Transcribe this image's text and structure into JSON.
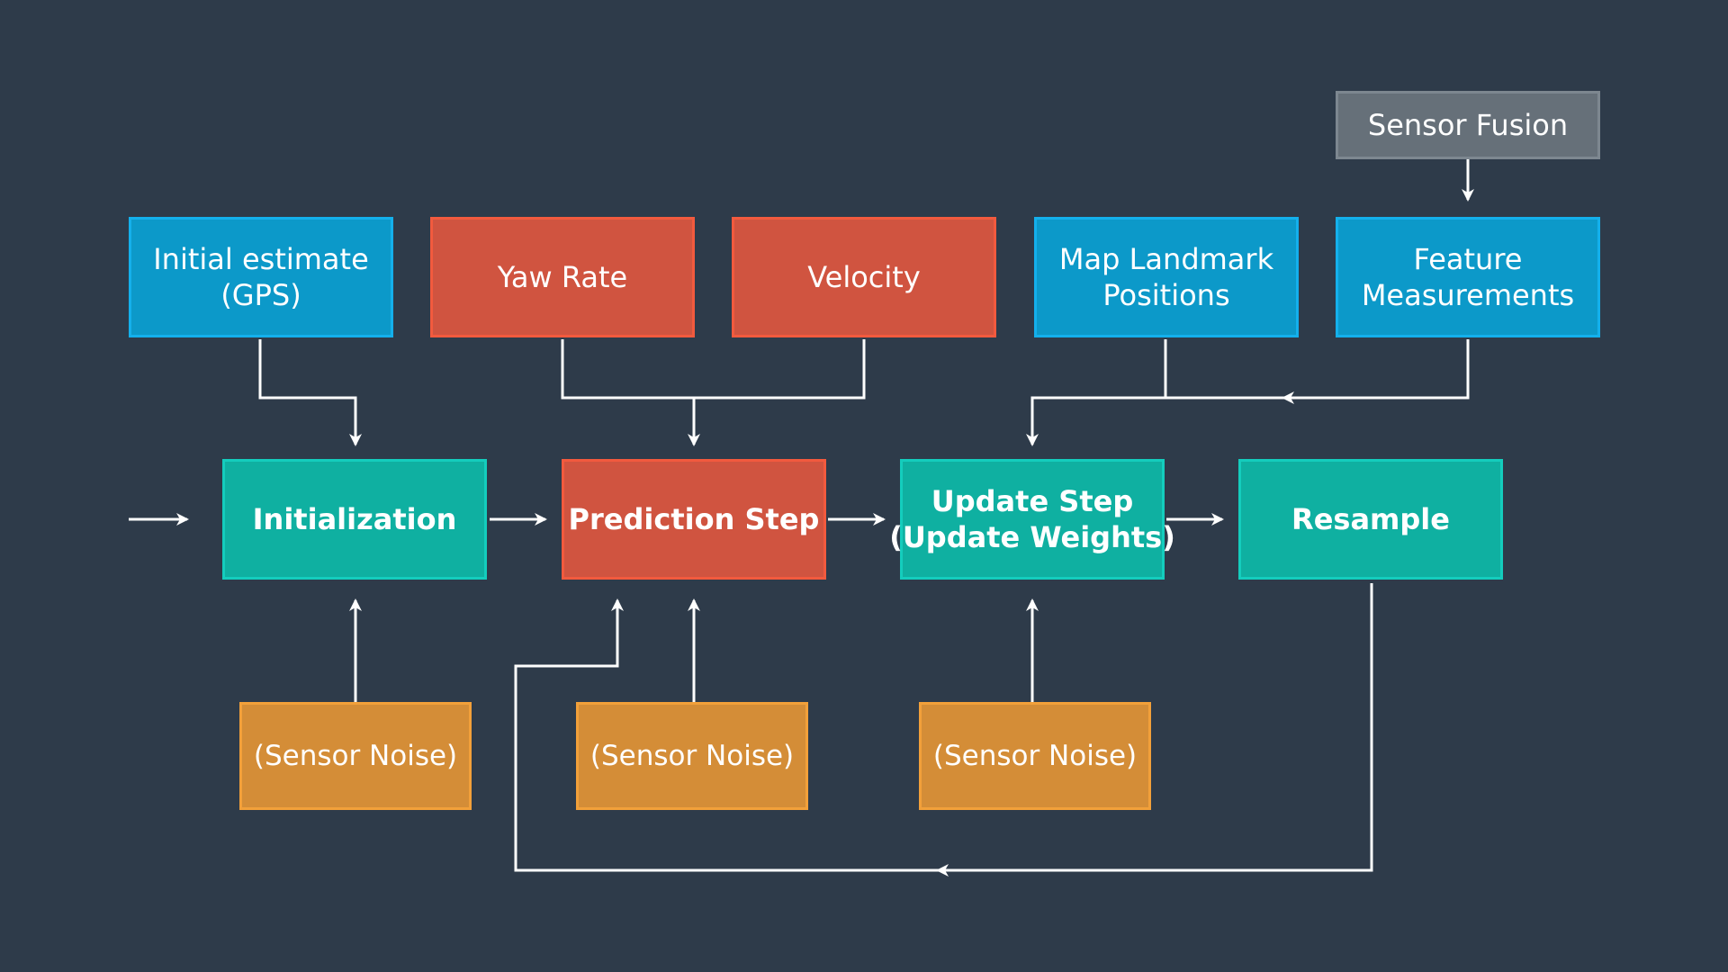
{
  "diagram": {
    "nodes": {
      "sensor_fusion": {
        "lines": [
          "Sensor Fusion"
        ],
        "color": "#667079"
      },
      "initial_estimate": {
        "lines": [
          "Initial estimate",
          "(GPS)"
        ],
        "color": "#0c99c9"
      },
      "yaw_rate": {
        "lines": [
          "Yaw Rate"
        ],
        "color": "#d05440"
      },
      "velocity": {
        "lines": [
          "Velocity"
        ],
        "color": "#d05440"
      },
      "map_landmark_positions": {
        "lines": [
          "Map Landmark",
          "Positions"
        ],
        "color": "#0c99c9"
      },
      "feature_measurements": {
        "lines": [
          "Feature",
          "Measurements"
        ],
        "color": "#0c99c9"
      },
      "initialization": {
        "lines": [
          "Initialization"
        ],
        "color": "#0fb0a1"
      },
      "prediction_step": {
        "lines": [
          "Prediction Step"
        ],
        "color": "#d05440"
      },
      "update_step": {
        "lines": [
          "Update Step",
          "(Update Weights)"
        ],
        "color": "#0fb0a1"
      },
      "resample": {
        "lines": [
          "Resample"
        ],
        "color": "#0fb0a1"
      },
      "sensor_noise_1": {
        "lines": [
          "(Sensor Noise)"
        ],
        "color": "#d48d37"
      },
      "sensor_noise_2": {
        "lines": [
          "(Sensor Noise)"
        ],
        "color": "#d48d37"
      },
      "sensor_noise_3": {
        "lines": [
          "(Sensor Noise)"
        ],
        "color": "#d48d37"
      }
    },
    "edges": [
      {
        "from": "start",
        "to": "initialization"
      },
      {
        "from": "initial_estimate",
        "to": "initialization"
      },
      {
        "from": "sensor_noise_1",
        "to": "initialization"
      },
      {
        "from": "initialization",
        "to": "prediction_step"
      },
      {
        "from": "yaw_rate",
        "to": "prediction_step"
      },
      {
        "from": "velocity",
        "to": "prediction_step"
      },
      {
        "from": "sensor_noise_2",
        "to": "prediction_step"
      },
      {
        "from": "resample",
        "to": "prediction_step"
      },
      {
        "from": "prediction_step",
        "to": "update_step"
      },
      {
        "from": "map_landmark_positions",
        "to": "update_step"
      },
      {
        "from": "feature_measurements",
        "to": "update_step"
      },
      {
        "from": "sensor_fusion",
        "to": "feature_measurements"
      },
      {
        "from": "sensor_noise_3",
        "to": "update_step"
      },
      {
        "from": "update_step",
        "to": "resample"
      }
    ],
    "line_color": "#ffffff",
    "background": "#2e3b4a"
  }
}
